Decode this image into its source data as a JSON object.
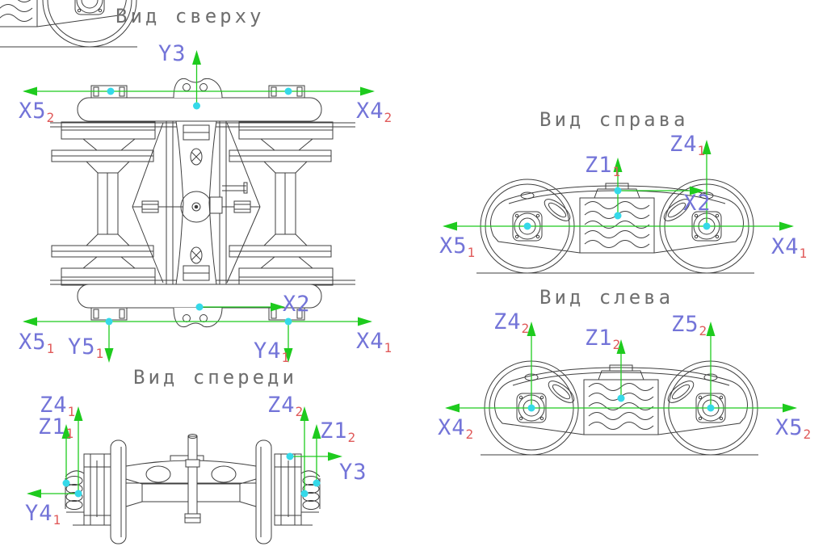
{
  "titles": {
    "top": "Вид сверху",
    "front": "Вид спереди",
    "right": "Вид справа",
    "left": "Вид слева"
  },
  "labels": {
    "top": [
      {
        "main": "Y3",
        "sub": ""
      },
      {
        "main": "X5",
        "sub": "2"
      },
      {
        "main": "X4",
        "sub": "2"
      },
      {
        "main": "X2",
        "sub": ""
      },
      {
        "main": "X5",
        "sub": "1"
      },
      {
        "main": "Y5",
        "sub": "1"
      },
      {
        "main": "X4",
        "sub": "1"
      },
      {
        "main": "Y4",
        "sub": "1"
      }
    ],
    "front": [
      {
        "main": "Z4",
        "sub": "1"
      },
      {
        "main": "Z1",
        "sub": "1"
      },
      {
        "main": "Y4",
        "sub": "1"
      },
      {
        "main": "Z4",
        "sub": "2"
      },
      {
        "main": "Z1",
        "sub": "2"
      },
      {
        "main": "Y3",
        "sub": ""
      }
    ],
    "right": [
      {
        "main": "Z4",
        "sub": "1"
      },
      {
        "main": "Z1",
        "sub": "1"
      },
      {
        "main": "X2",
        "sub": ""
      },
      {
        "main": "X5",
        "sub": "1"
      },
      {
        "main": "X4",
        "sub": "1"
      }
    ],
    "left": [
      {
        "main": "Z4",
        "sub": "2"
      },
      {
        "main": "Z1",
        "sub": "2"
      },
      {
        "main": "Z5",
        "sub": "2"
      },
      {
        "main": "X4",
        "sub": "2"
      },
      {
        "main": "X5",
        "sub": "2"
      }
    ]
  },
  "colors": {
    "axis_arrow_green": "#1ecb1e",
    "label_blue": "#7374d8",
    "subscript_red": "#e05b5b",
    "origin_marker_cyan": "#35d9e9",
    "drawing_line_gray": "#3f3f3f",
    "title_gray": "#6e6e6e",
    "background": "#ffffff"
  }
}
